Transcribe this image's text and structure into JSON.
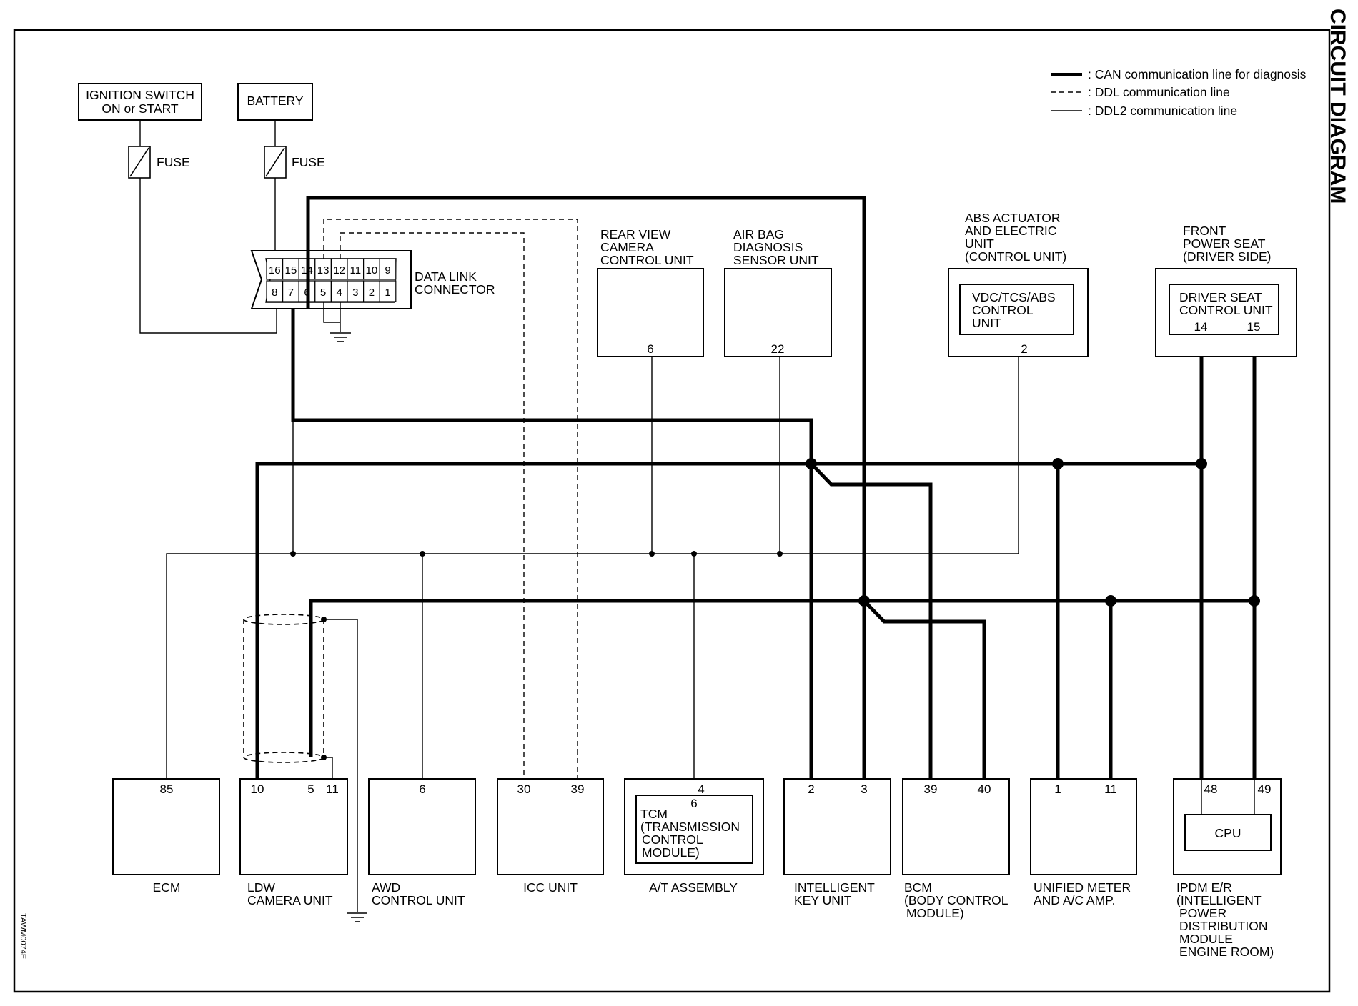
{
  "header": {
    "title": "CIRCUIT DIAGRAM",
    "code": "TAWM0074E"
  },
  "legend": [
    {
      "style": "thick",
      "text": ": CAN communication line for diagnosis"
    },
    {
      "style": "dashed",
      "text": ": DDL communication line"
    },
    {
      "style": "thin",
      "text": ": DDL2 communication line"
    }
  ],
  "power": {
    "ignition": [
      "IGNITION SWITCH",
      "ON or START"
    ],
    "battery": "BATTERY",
    "fuse": "FUSE"
  },
  "dlc": {
    "label": [
      "DATA LINK",
      "CONNECTOR"
    ],
    "top_pins": [
      "16",
      "15",
      "14",
      "13",
      "12",
      "11",
      "10",
      "9"
    ],
    "bottom_pins": [
      "8",
      "7",
      "6",
      "5",
      "4",
      "3",
      "2",
      "1"
    ]
  },
  "upper_units": {
    "rear_camera": {
      "label": [
        "REAR VIEW",
        "CAMERA",
        "CONTROL UNIT"
      ],
      "pin": "6"
    },
    "airbag": {
      "label": [
        "AIR BAG",
        "DIAGNOSIS",
        "SENSOR UNIT"
      ],
      "pin": "22"
    },
    "abs": {
      "label": [
        "ABS ACTUATOR",
        "AND ELECTRIC",
        "UNIT",
        "(CONTROL UNIT)"
      ],
      "inner": [
        "VDC/TCS/ABS",
        "CONTROL",
        "UNIT"
      ],
      "pin": "2"
    },
    "seat": {
      "label": [
        "FRONT",
        "POWER SEAT",
        "(DRIVER SIDE)"
      ],
      "inner": [
        "DRIVER SEAT",
        "CONTROL UNIT"
      ],
      "pins": [
        "14",
        "15"
      ]
    }
  },
  "lower_units": {
    "ecm": {
      "label": [
        "ECM"
      ],
      "pins": [
        "85"
      ]
    },
    "ldw": {
      "label": [
        "LDW",
        "CAMERA UNIT"
      ],
      "pins": [
        "10",
        "5",
        "11"
      ]
    },
    "awd": {
      "label": [
        "AWD",
        "CONTROL UNIT"
      ],
      "pins": [
        "6"
      ]
    },
    "icc": {
      "label": [
        "ICC UNIT"
      ],
      "pins": [
        "30",
        "39"
      ]
    },
    "at": {
      "label": [
        "A/T ASSEMBLY"
      ],
      "pins": [
        "4",
        "6"
      ],
      "inner": [
        "TCM",
        "(TRANSMISSION",
        "CONTROL",
        "MODULE)"
      ]
    },
    "ikey": {
      "label": [
        "INTELLIGENT",
        "KEY UNIT"
      ],
      "pins": [
        "2",
        "3"
      ]
    },
    "bcm": {
      "label": [
        "BCM",
        "(BODY CONTROL",
        "MODULE)"
      ],
      "pins": [
        "39",
        "40"
      ]
    },
    "meter": {
      "label": [
        "UNIFIED METER",
        "AND A/C AMP."
      ],
      "pins": [
        "1",
        "11"
      ]
    },
    "ipdm": {
      "label": [
        "IPDM E/R",
        "(INTELLIGENT",
        "POWER",
        "DISTRIBUTION",
        "MODULE",
        "ENGINE ROOM)"
      ],
      "pins": [
        "48",
        "49"
      ],
      "inner": "CPU"
    }
  }
}
